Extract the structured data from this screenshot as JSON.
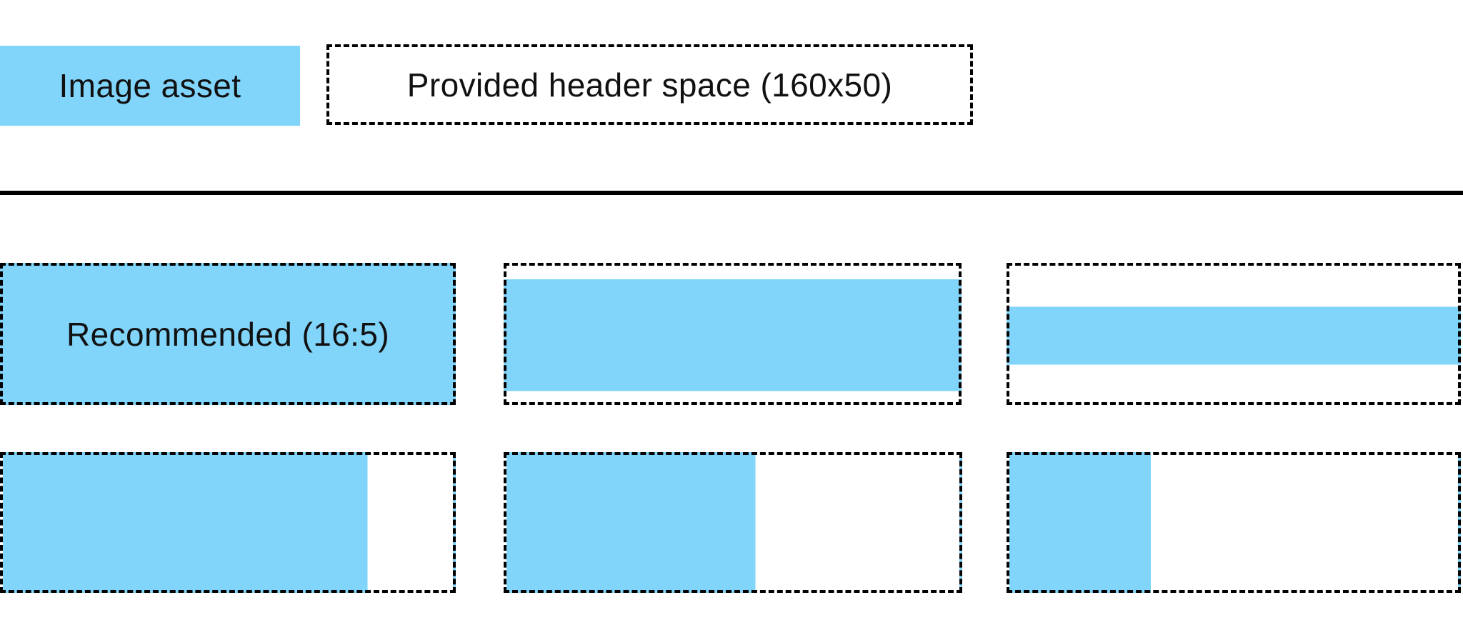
{
  "colors": {
    "asset_blue": "#81D4FA",
    "line_black": "#000000"
  },
  "legend": {
    "image_asset_label": "Image asset",
    "header_space_label": "Provided header space (160x50)"
  },
  "diagram": {
    "header_space_size": "160x50",
    "recommended_ratio": "16:5",
    "row1": [
      {
        "id": "recommended-full-bleed",
        "fill_axis": "full",
        "start": "0%",
        "end": "100%",
        "label": "Recommended (16:5)"
      },
      {
        "id": "full-width-shorter",
        "fill_axis": "vertical",
        "start": "10%",
        "end": "92%"
      },
      {
        "id": "thin-horizontal-strip",
        "fill_axis": "vertical",
        "start": "30%",
        "end": "72.5%"
      }
    ],
    "row2": [
      {
        "id": "partial-width-wide",
        "fill_axis": "horizontal",
        "start": "0%",
        "end": "81%"
      },
      {
        "id": "partial-width-medium",
        "fill_axis": "horizontal",
        "start": "0%",
        "end": "55%"
      },
      {
        "id": "partial-width-narrow",
        "fill_axis": "horizontal",
        "start": "0%",
        "end": "31.5%"
      }
    ]
  }
}
